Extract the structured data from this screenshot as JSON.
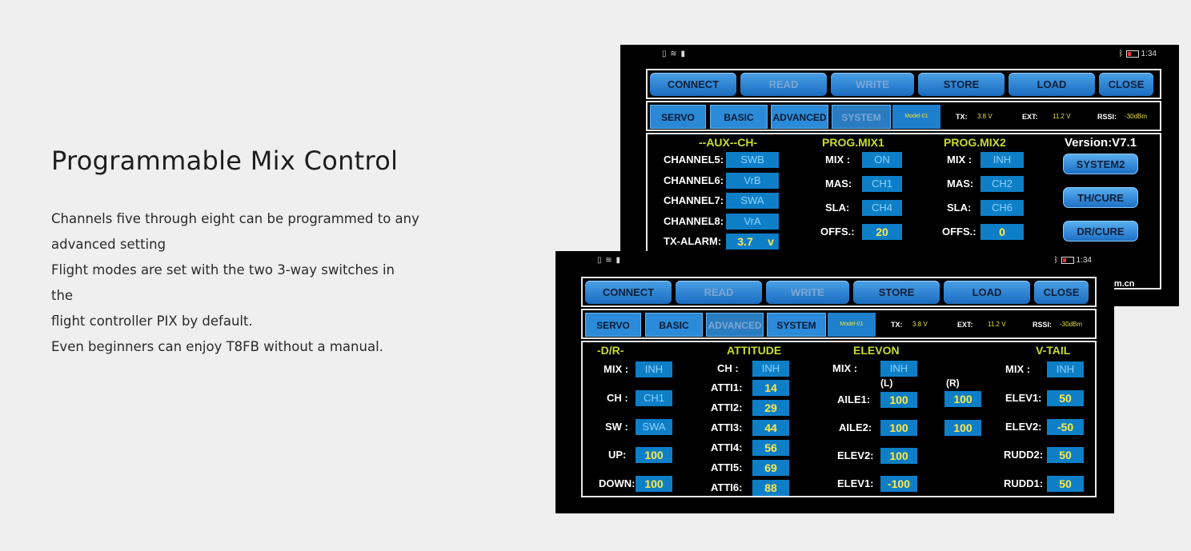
{
  "hero": {
    "title": "Programmable Mix Control",
    "lines": [
      "Channels five through eight can be programmed to any",
      "advanced setting",
      "Flight modes are set with the two 3-way switches in the",
      "flight controller PIX by default.",
      "Even beginners can enjoy T8FB without a manual."
    ]
  },
  "status": {
    "left_icons": "sim-wifi-battery",
    "time": "1:34"
  },
  "toolbar": {
    "connect": "CONNECT",
    "read": "READ",
    "write": "WRITE",
    "store": "STORE",
    "load": "LOAD",
    "close": "CLOSE"
  },
  "tabs": {
    "servo": "SERVO",
    "basic": "BASIC",
    "advanced": "ADVANCED",
    "system": "SYSTEM",
    "model": "Model-01"
  },
  "telemetry": {
    "tx_label": "TX:",
    "tx_value": "3.8 V",
    "ext_label": "EXT:",
    "ext_value": "11.2 V",
    "rssi_label": "RSSI:",
    "rssi_value": "-30dBm"
  },
  "top_screen": {
    "aux_header": "--AUX--CH-",
    "channels": [
      {
        "label": "CHANNEL5:",
        "value": "SWB"
      },
      {
        "label": "CHANNEL6:",
        "value": "VrB"
      },
      {
        "label": "CHANNEL7:",
        "value": "SWA"
      },
      {
        "label": "CHANNEL8:",
        "value": "VrA"
      }
    ],
    "tx_alarm": {
      "label": "TX-ALARM:",
      "value": "3.7",
      "unit": "v"
    },
    "prog_mix1": {
      "header": "PROG.MIX1",
      "rows": [
        {
          "label": "MIX :",
          "value": "ON"
        },
        {
          "label": "MAS:",
          "value": "CH1"
        },
        {
          "label": "SLA:",
          "value": "CH4"
        },
        {
          "label": "OFFS.:",
          "value": "20"
        }
      ]
    },
    "prog_mix2": {
      "header": "PROG.MIX2",
      "rows": [
        {
          "label": "MIX :",
          "value": "INH"
        },
        {
          "label": "MAS:",
          "value": "CH2"
        },
        {
          "label": "SLA:",
          "value": "CH6"
        },
        {
          "label": "OFFS.:",
          "value": "0"
        }
      ]
    },
    "version": "Version:V7.1",
    "buttons": {
      "system2": "SYSTEM2",
      "th_cure": "TH/CURE",
      "dr_cure": "DR/CURE"
    },
    "footer_peek": "com.cn"
  },
  "bottom_screen": {
    "dr": {
      "header": "-D/R-",
      "rows": [
        {
          "label": "MIX :",
          "value": "INH"
        },
        {
          "label": "CH :",
          "value": "CH1"
        },
        {
          "label": "SW :",
          "value": "SWA"
        },
        {
          "label": "UP:",
          "value": "100"
        },
        {
          "label": "DOWN:",
          "value": "100"
        }
      ]
    },
    "attitude": {
      "header": "ATTITUDE",
      "ch": {
        "label": "CH :",
        "value": "INH"
      },
      "rows": [
        {
          "label": "ATTI1:",
          "value": "14"
        },
        {
          "label": "ATTI2:",
          "value": "29"
        },
        {
          "label": "ATTI3:",
          "value": "44"
        },
        {
          "label": "ATTI4:",
          "value": "56"
        },
        {
          "label": "ATTI5:",
          "value": "69"
        },
        {
          "label": "ATTI6:",
          "value": "88"
        }
      ]
    },
    "elevon": {
      "header": "ELEVON",
      "mix": {
        "label": "MIX :",
        "value": "INH"
      },
      "l_label": "(L)",
      "r_label": "(R)",
      "aile1": {
        "label": "AILE1:",
        "l": "100",
        "r": "100"
      },
      "aile2": {
        "label": "AILE2:",
        "l": "100",
        "r": "100"
      },
      "elev2": {
        "label": "ELEV2:",
        "value": "100"
      },
      "elev1": {
        "label": "ELEV1:",
        "value": "-100"
      }
    },
    "vtail": {
      "header": "V-TAIL",
      "rows": [
        {
          "label": "MIX :",
          "value": "INH"
        },
        {
          "label": "ELEV1:",
          "value": "50"
        },
        {
          "label": "ELEV2:",
          "value": "-50"
        },
        {
          "label": "RUDD2:",
          "value": "50"
        },
        {
          "label": "RUDD1:",
          "value": "50"
        }
      ]
    }
  }
}
